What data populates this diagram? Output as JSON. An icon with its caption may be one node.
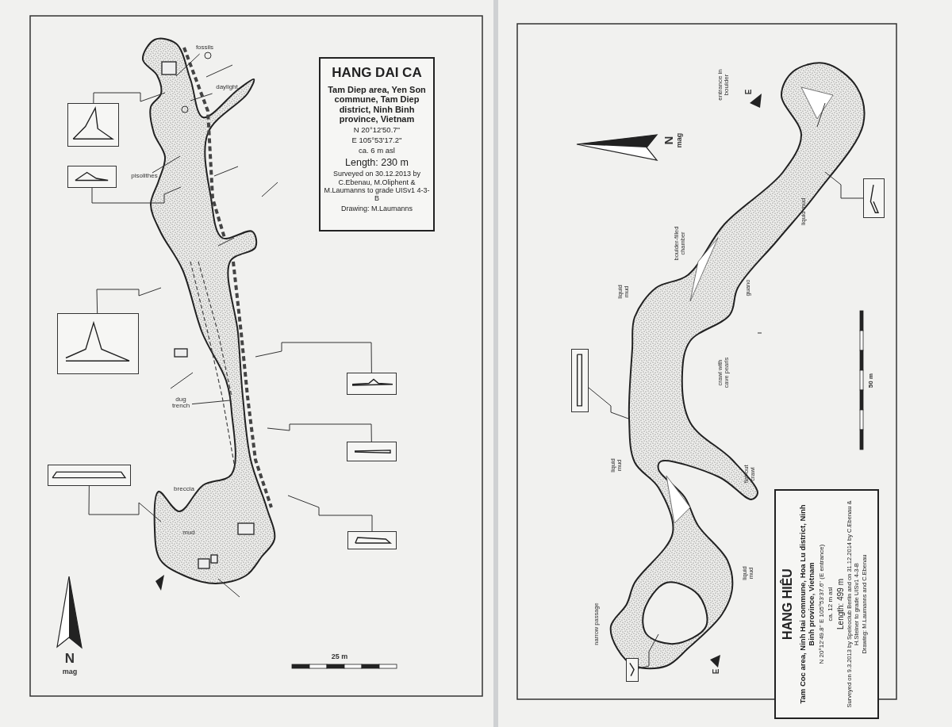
{
  "diagram": {
    "nodes": [
      {
        "text": [
          "HANG DAI CA",
          "Tam Diep area, Yen Son commune, Tam Diep district, Ninh Binh province, Vietnam",
          "N 20°12'50.7''",
          "E 105°53'17.2''",
          "ca. 6 m asl",
          "Length: 230 m",
          "Surveyed on 30.12.2013 by C.Ebenau, M.Oliphent & M.Laumanns to grade UISv1 4-3-B",
          "Drawing: M.Laumanns"
        ]
      },
      {
        "text": [
          "fossils"
        ]
      },
      {
        "text": [
          "daylight"
        ]
      },
      {
        "text": [
          "pisolithes"
        ]
      },
      {
        "text": [
          "dug trench"
        ]
      },
      {
        "text": [],
        "shape": "box"
      },
      {
        "text": [],
        "shape": "box"
      },
      {
        "text": [],
        "shape": "box"
      },
      {
        "text": [],
        "shape": "box"
      },
      {
        "text": [],
        "shape": "box"
      },
      {
        "text": [],
        "shape": "box"
      },
      {
        "text": [],
        "shape": "box"
      },
      {
        "text": [
          "HANG HIÊU",
          "Tam Coc area, Ninh Hai commune, Hoa Lu district, Ninh Binh province, Vietnam",
          "N 20°12'49.8'' E 105°53'37.6'' (E entrance)",
          "ca. 12 m asl",
          "Length: 499 m",
          "Surveyed on 9.3.2013 by Speleoclub Berlin and on 31.12.2014 by C.Ebenau & H.Steiner to grade UISv1 4-3-B",
          "Drawing: M.Laumanns and C.Ebenau"
        ]
      },
      {
        "text": [],
        "shape": "box"
      },
      {
        "text": [],
        "shape": "box"
      },
      {
        "text": [],
        "shape": "box"
      }
    ],
    "edges": [
      {
        "from": 1,
        "to": null,
        "arrow": "none"
      },
      {
        "from": 2,
        "to": null,
        "arrow": "none"
      },
      {
        "from": 3,
        "to": null,
        "arrow": "none"
      },
      {
        "from": 4,
        "to": null,
        "arrow": "none"
      },
      {
        "from": 5,
        "to": null,
        "arrow": "none"
      },
      {
        "from": 6,
        "to": null,
        "arrow": "none"
      },
      {
        "from": 7,
        "to": null,
        "arrow": "none"
      },
      {
        "from": 8,
        "to": null,
        "arrow": "none"
      },
      {
        "from": 9,
        "to": null,
        "arrow": "none"
      },
      {
        "from": 10,
        "to": null,
        "arrow": "none"
      },
      {
        "from": 11,
        "to": null,
        "arrow": "none"
      },
      {
        "from": 13,
        "to": null,
        "arrow": "none"
      },
      {
        "from": 14,
        "to": null,
        "arrow": "none"
      },
      {
        "from": 15,
        "to": null,
        "arrow": "none"
      }
    ],
    "labels": [
      "breccia",
      "mud",
      "N",
      "mag",
      "25 m",
      "entrance in boulder",
      "E",
      "N",
      "mag",
      "boulder-filled chamber",
      "liquid mud",
      "guano",
      "liquid mud",
      "crawl with cave pearls",
      "50 m",
      "liquid mud",
      "flat-out crawl",
      "liquid mud",
      "narrow passage",
      "E"
    ]
  }
}
